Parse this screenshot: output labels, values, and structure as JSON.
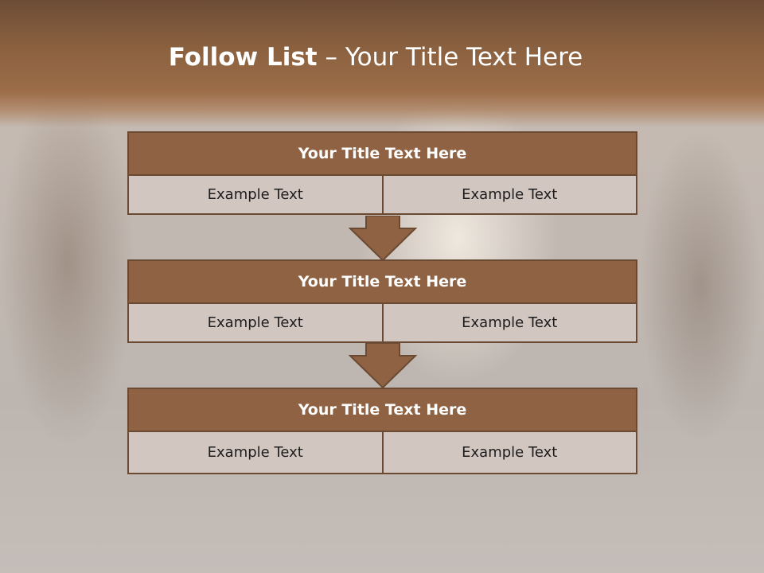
{
  "slide": {
    "title_bold": "Follow List",
    "title_rest": "– Your Title Text Here"
  },
  "blocks": [
    {
      "title": "Your Title Text Here",
      "cells": [
        "Example Text",
        "Example Text"
      ]
    },
    {
      "title": "Your Title Text Here",
      "cells": [
        "Example Text",
        "Example Text"
      ]
    },
    {
      "title": "Your Title Text Here",
      "cells": [
        "Example Text",
        "Example Text"
      ]
    }
  ],
  "colors": {
    "header_fill": "#8e6242",
    "cell_fill": "#d2c6c0",
    "border": "#6b4a33",
    "arrow_fill": "#8e6242"
  },
  "icons": [
    "down-arrow-icon",
    "down-arrow-icon"
  ]
}
